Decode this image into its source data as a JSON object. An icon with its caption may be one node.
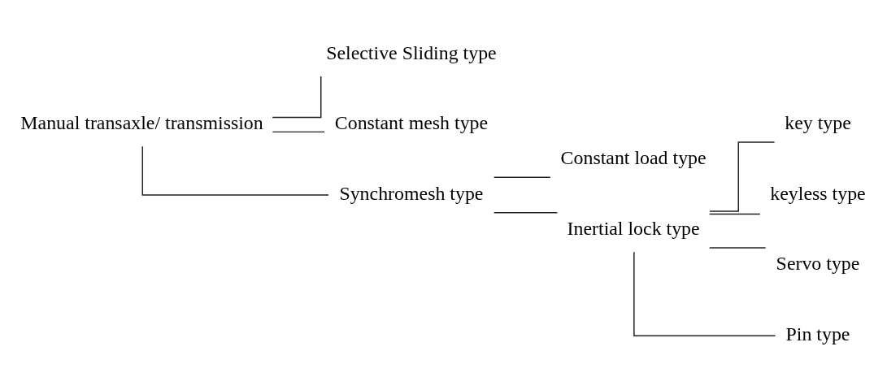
{
  "diagram": {
    "nodes": [
      {
        "text": [
          "Manual transaxle/ transmission"
        ]
      },
      {
        "text": [
          "Selective Sliding type"
        ]
      },
      {
        "text": [
          "Constant mesh type"
        ]
      },
      {
        "text": [
          "Synchromesh type"
        ]
      },
      {
        "text": [
          "Constant load type"
        ]
      },
      {
        "text": [
          "Inertial lock type"
        ]
      },
      {
        "text": [
          "key type"
        ]
      },
      {
        "text": [
          "keyless type"
        ]
      },
      {
        "text": [
          "Servo type"
        ]
      },
      {
        "text": [
          "Pin type"
        ]
      }
    ],
    "edges": [
      {
        "from": 0,
        "to": 1,
        "arrow": "none"
      },
      {
        "from": 0,
        "to": 2,
        "arrow": "none"
      },
      {
        "from": 0,
        "to": 3,
        "arrow": "none"
      },
      {
        "from": 3,
        "to": 4,
        "arrow": "none"
      },
      {
        "from": 3,
        "to": 5,
        "arrow": "none"
      },
      {
        "from": 5,
        "to": 6,
        "arrow": "none"
      },
      {
        "from": 5,
        "to": 7,
        "arrow": "none"
      },
      {
        "from": 5,
        "to": 8,
        "arrow": "none"
      },
      {
        "from": 5,
        "to": 9,
        "arrow": "none"
      }
    ]
  }
}
